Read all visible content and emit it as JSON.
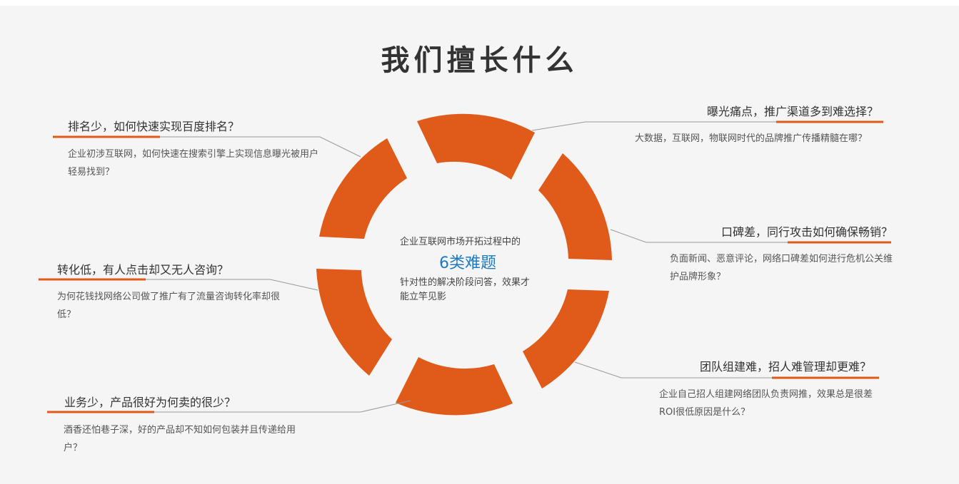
{
  "page": {
    "title": "我们擅长什么",
    "accent_color": "#e05a1a",
    "highlight_color": "#1a7ac4",
    "background": "#f5f5f5"
  },
  "center": {
    "line1": "企业互联网市场开拓过程中的",
    "highlight": "6类难题",
    "line2": "针对性的解决阶段问答，效果才能立竿见影"
  },
  "items": [
    {
      "heading": "排名少，如何快速实现百度排名？",
      "desc": "企业初涉互联网，如何快速在搜索引擎上实现信息曝光被用户轻易找到？"
    },
    {
      "heading": "曝光痛点，推广渠道多到难选择？",
      "desc": "大数据，互联网，物联网时代的品牌推广传播精髓在哪？"
    },
    {
      "heading": "转化低，有人点击却又无人咨询？",
      "desc": "为何花钱找网络公司做了推广有了流量咨询转化率却很低？"
    },
    {
      "heading": "口碑差，同行攻击如何确保畅销？",
      "desc": "负面新闻、恶意评论，网络口碑差如何进行危机公关维护品牌形象？"
    },
    {
      "heading": "业务少，产品很好为何卖的很少？",
      "desc": "酒香还怕巷子深，好的产品却不知如何包装并且传递给用户？"
    },
    {
      "heading": "团队组建难，招人难管理却更难？",
      "desc": "企业自己招人组建网络团队负责网推，效果总是很差ROI很低原因是什么？"
    }
  ]
}
